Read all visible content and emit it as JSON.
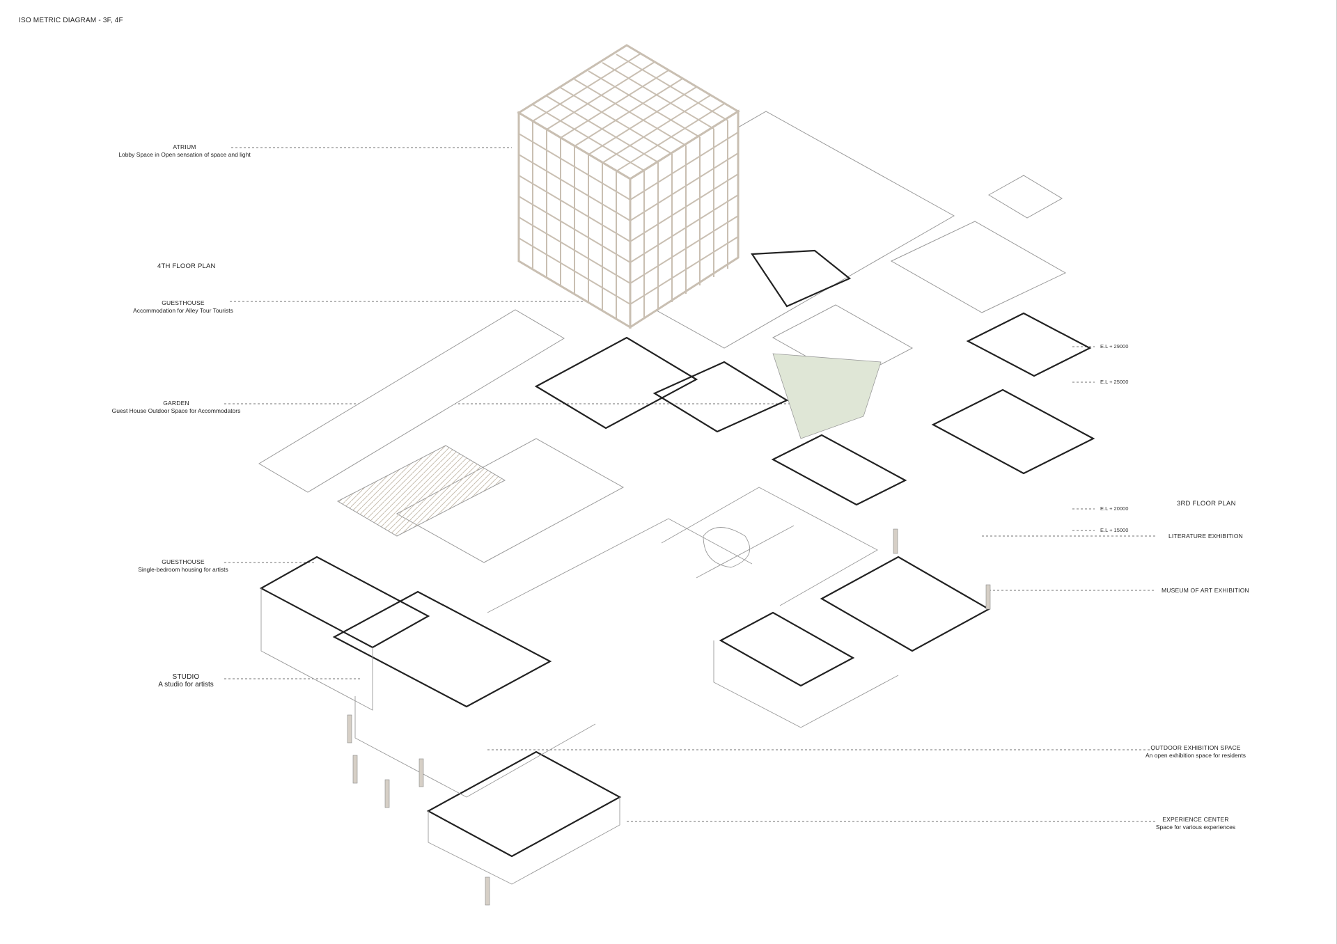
{
  "diagram_title": "ISO METRIC DIAGRAM - 3F, 4F",
  "floor_labels": {
    "fourth": "4TH FLOOR PLAN",
    "third": "3RD FLOOR PLAN"
  },
  "left_labels": [
    {
      "title": "ATRIUM",
      "desc": "Lobby Space in Open sensation of space and light"
    },
    {
      "title": "GUESTHOUSE",
      "desc": "Accommodation for Alley Tour Tourists"
    },
    {
      "title": "GARDEN",
      "desc": "Guest House Outdoor Space for Accommodators"
    },
    {
      "title": "GUESTHOUSE",
      "desc": "Single-bedroom housing for artists"
    },
    {
      "title": "STUDIO",
      "desc": "A studio for artists"
    }
  ],
  "right_labels": [
    {
      "title": "LITERATURE EXHIBITION",
      "desc": ""
    },
    {
      "title": "MUSEUM OF ART EXHIBITION",
      "desc": ""
    },
    {
      "title": "OUTDOOR EXHIBITION SPACE",
      "desc": "An open exhibition space for residents"
    },
    {
      "title": "EXPERIENCE CENTER",
      "desc": "Space for various experiences"
    }
  ],
  "elevations": [
    "E.L + 29000",
    "E.L + 25000",
    "E.L + 20000",
    "E.L + 15000"
  ],
  "colors": {
    "line": "#222222",
    "light": "#9a9a9a",
    "grid": "#c9bfb2",
    "accent": "#d6cfc6",
    "garden": "#dfe6d6"
  }
}
